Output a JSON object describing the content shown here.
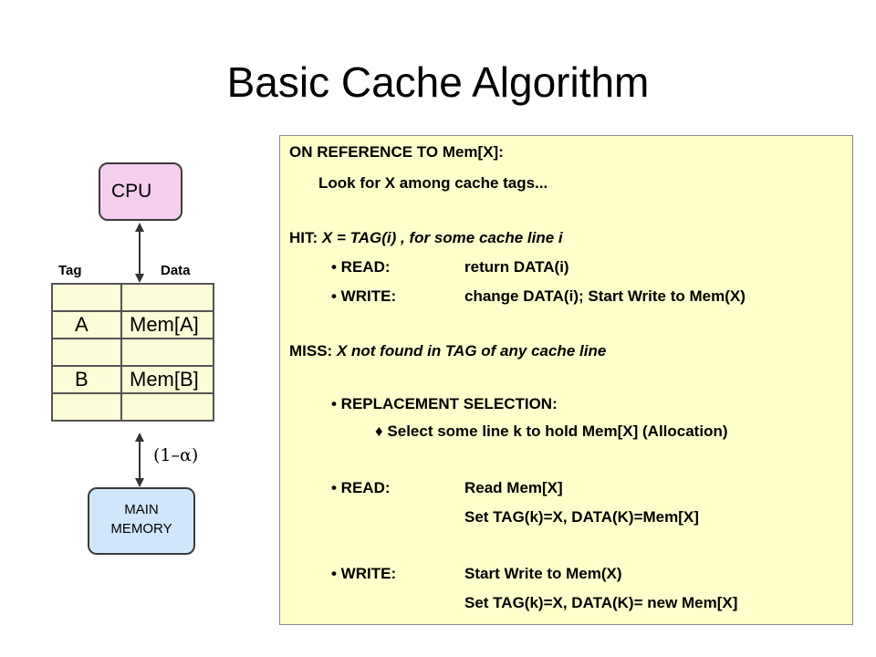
{
  "title": "Basic Cache Algorithm",
  "diagram": {
    "cpu_label": "CPU",
    "memory_label_line1": "MAIN",
    "memory_label_line2": "MEMORY",
    "tag_header": "Tag",
    "data_header": "Data",
    "rows": [
      {
        "tag": "",
        "data": ""
      },
      {
        "tag": "A",
        "data": "Mem[A]"
      },
      {
        "tag": "",
        "data": ""
      },
      {
        "tag": "B",
        "data": "Mem[B]"
      },
      {
        "tag": "",
        "data": ""
      }
    ],
    "miss_rate_label": "(1–α)",
    "colors": {
      "cpu_fill": "#f5cdee",
      "memory_fill": "#cfe6fb",
      "table_fill": "#fcfcd6",
      "panel_fill": "#ffffcc"
    }
  },
  "algorithm": {
    "on_reference": "ON REFERENCE TO Mem[X]:",
    "look_for": "Look for X among cache tags...",
    "hit_prefix": "HIT:",
    "hit_condition": "X = TAG(i) , for some cache line i",
    "hit_read_label": "• READ:",
    "hit_read_action": "return DATA(i)",
    "hit_write_label": "• WRITE:",
    "hit_write_action": "change DATA(i); Start Write to Mem(X)",
    "miss_prefix": "MISS:",
    "miss_condition": "X not found in TAG of any cache line",
    "replacement": "• REPLACEMENT SELECTION:",
    "select_line": "♦ Select some line k to hold Mem[X] (Allocation)",
    "miss_read_label": "• READ:",
    "miss_read_action1": "Read Mem[X]",
    "miss_read_action2": "Set TAG(k)=X, DATA(K)=Mem[X]",
    "miss_write_label": "• WRITE:",
    "miss_write_action1": "Start Write to Mem(X)",
    "miss_write_action2": "Set TAG(k)=X, DATA(K)= new Mem[X]"
  }
}
